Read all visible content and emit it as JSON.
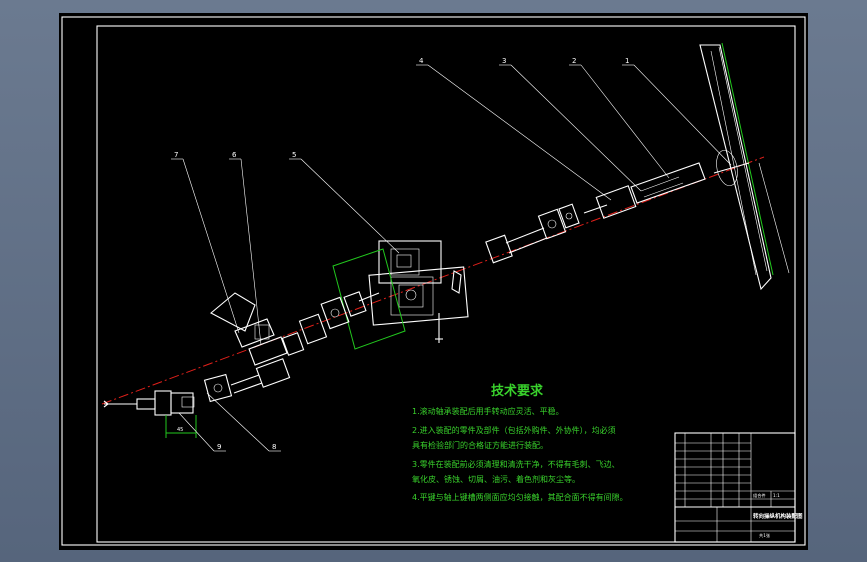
{
  "drawing": {
    "background_color": "#000000",
    "frame_color": "#ffffff",
    "text_color": "#39d22c",
    "centerline_color": "#e0201a",
    "outline_color": "#22c81e"
  },
  "callouts": [
    "1",
    "2",
    "3",
    "4",
    "5",
    "6",
    "7",
    "8",
    "9"
  ],
  "dimension_label": "45",
  "requirements": {
    "title": "技术要求",
    "lines": [
      "1.滚动轴承装配后用手转动应灵活、平稳。",
      "2.进入装配的零件及部件（包括外购件、外协件），均必须",
      "  具有检验部门的合格证方能进行装配。",
      "3.零件在装配前必须清理和清洗干净，不得有毛刺、飞边、",
      "  氧化皮、锈蚀、切屑、油污、着色剂和灰尘等。",
      "4.平键与轴上键槽两侧面应均匀接触，其配合面不得有间隙。"
    ]
  },
  "title_block": {
    "drawing_name": "转向操纵机构装配图",
    "scale": "1:1",
    "material": "组合件",
    "sheet": "共1张"
  }
}
